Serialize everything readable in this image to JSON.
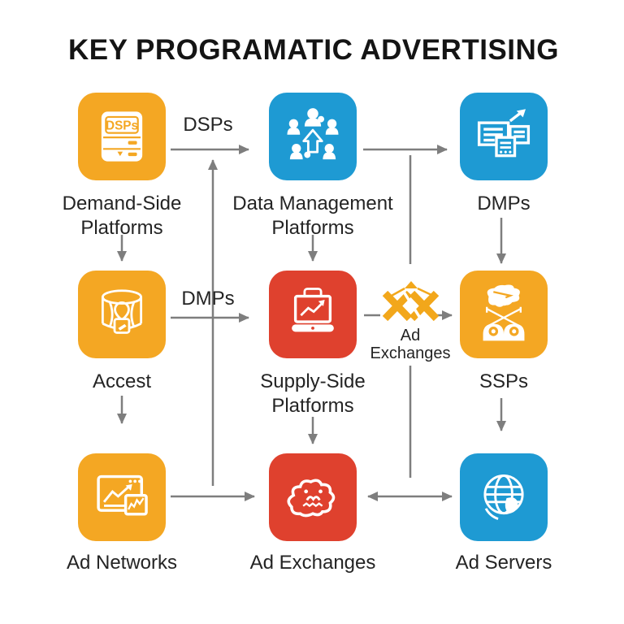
{
  "title": "KEY PROGRAMATIC ADVERTISING",
  "colors": {
    "tile_orange": "#F4A723",
    "tile_blue": "#1E9AD3",
    "tile_red": "#DF412E",
    "hub_gold": "#F2A71B",
    "arrow_gray": "#7E7E7E",
    "title_black": "#141414",
    "label_dark": "#242424",
    "icon_white": "#FFFFFF"
  },
  "nodes": {
    "demand_side": {
      "line1": "Demand-Side",
      "line2": "Platforms",
      "color": "#F4A723",
      "icon": "dsps-server"
    },
    "data_mgmt": {
      "line1": "Data Management",
      "line2": "Platforms",
      "color": "#1E9AD3",
      "icon": "people-network"
    },
    "dmps": {
      "line1": "DMPs",
      "color": "#1E9AD3",
      "icon": "screens-growth"
    },
    "accest": {
      "line1": "Accest",
      "color": "#F4A723",
      "icon": "database-pin"
    },
    "supply_side": {
      "line1": "Supply-Side",
      "line2": "Platforms",
      "color": "#DF412E",
      "icon": "laptop-chart"
    },
    "ssps": {
      "line1": "SSPs",
      "color": "#F4A723",
      "icon": "cloud-agents"
    },
    "ad_networks": {
      "line1": "Ad Networks",
      "color": "#F4A723",
      "icon": "browser-analytics"
    },
    "ad_exchanges": {
      "line1": "Ad Exchanges",
      "color": "#DF412E",
      "icon": "cloud-face"
    },
    "ad_servers": {
      "line1": "Ad Servers",
      "color": "#1E9AD3",
      "icon": "globe"
    }
  },
  "hub": {
    "line1": "Ad",
    "line2": "Exchanges",
    "icon": "gold-x-monogram",
    "color": "#F2A71B"
  },
  "connector_labels": {
    "dsps": "DSPs",
    "dmps": "DMPs"
  },
  "icon_badges": {
    "dsps": "DSPs"
  },
  "edges": [
    {
      "from": "Demand-Side Platforms",
      "to": "Data Management Platforms",
      "label": "DSPs"
    },
    {
      "from": "Data Management Platforms",
      "to": "DMPs",
      "label": ""
    },
    {
      "from": "Demand-Side Platforms",
      "to": "Accest",
      "label": ""
    },
    {
      "from": "Accest",
      "to": "Supply-Side Platforms",
      "label": "DMPs"
    },
    {
      "from": "Data Management Platforms",
      "to": "Supply-Side Platforms",
      "label": ""
    },
    {
      "from": "DMPs",
      "to": "SSPs",
      "label": ""
    },
    {
      "from": "Accest",
      "to": "Ad Networks",
      "label": ""
    },
    {
      "from": "Supply-Side Platforms",
      "to": "SSPs",
      "label": "Ad Exchanges",
      "via": "gold-x-hub"
    },
    {
      "from": "Supply-Side Platforms",
      "to": "Ad Exchanges",
      "label": ""
    },
    {
      "from": "SSPs",
      "to": "Ad Servers",
      "label": ""
    },
    {
      "from": "Ad Networks",
      "to": "Ad Exchanges",
      "label": ""
    },
    {
      "from": "Ad Exchanges",
      "to": "Ad Servers",
      "label": "",
      "bidirectional": true
    },
    {
      "from": "bottom row junction",
      "to": "top DSPs arrow",
      "label": "",
      "note": "long upward connector at x~262"
    },
    {
      "from": "top DMPs arrow",
      "to": "bottom exchange arrow",
      "label": "",
      "note": "vertical junction line through gold-x-hub at x~505"
    }
  ]
}
